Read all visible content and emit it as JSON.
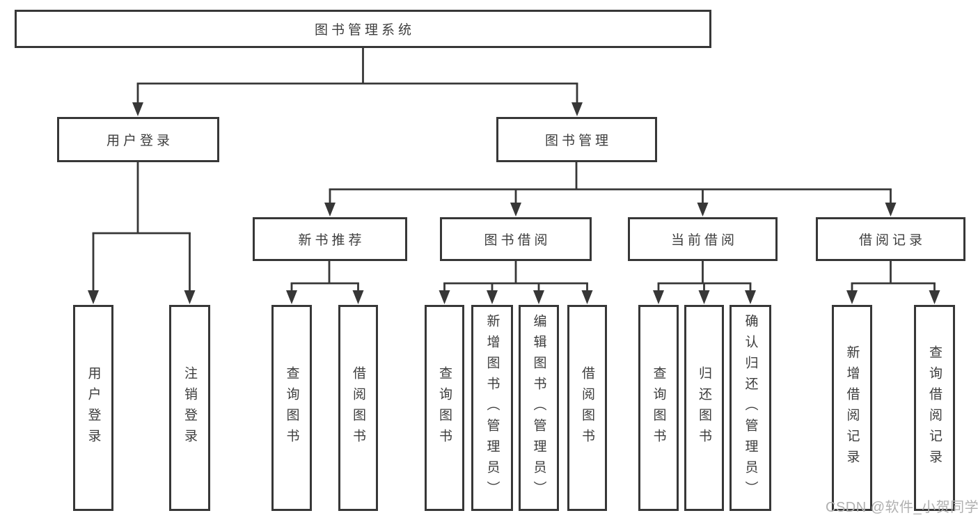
{
  "tree": {
    "root": {
      "label": "图书管理系统",
      "children": [
        {
          "label": "用户登录",
          "children": [
            {
              "label": "用户登录"
            },
            {
              "label": "注销登录"
            }
          ]
        },
        {
          "label": "图书管理",
          "children": [
            {
              "label": "新书推荐",
              "children": [
                {
                  "label": "查询图书"
                },
                {
                  "label": "借阅图书"
                }
              ]
            },
            {
              "label": "图书借阅",
              "children": [
                {
                  "label": "查询图书"
                },
                {
                  "label": "新增图书（管理员）"
                },
                {
                  "label": "编辑图书（管理员）"
                },
                {
                  "label": "借阅图书"
                }
              ]
            },
            {
              "label": "当前借阅",
              "children": [
                {
                  "label": "查询图书"
                },
                {
                  "label": "归还图书"
                },
                {
                  "label": "确认归还（管理员）"
                }
              ]
            },
            {
              "label": "借阅记录",
              "children": [
                {
                  "label": "新增借阅记录"
                },
                {
                  "label": "查询借阅记录"
                }
              ]
            }
          ]
        }
      ]
    }
  },
  "watermark": {
    "text": "CSDN @软件_小贺同学"
  },
  "colors": {
    "line": "#373737",
    "text": "#3d3d3d",
    "box_background": "#ffffff",
    "watermark": "#b0b0b0"
  }
}
